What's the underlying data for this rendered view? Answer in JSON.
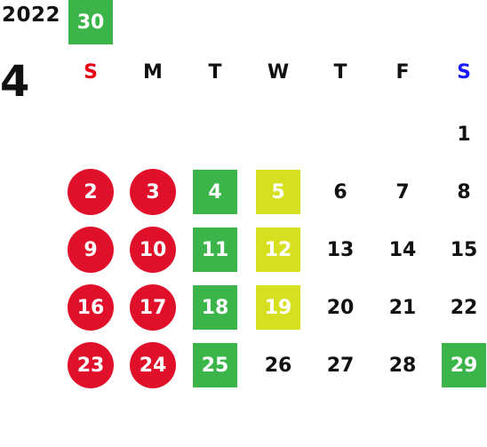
{
  "year": "2022",
  "month": "4",
  "weekdays": [
    {
      "label": "S",
      "color": "#e60012"
    },
    {
      "label": "M",
      "color": "#111111"
    },
    {
      "label": "T",
      "color": "#111111"
    },
    {
      "label": "W",
      "color": "#111111"
    },
    {
      "label": "T",
      "color": "#111111"
    },
    {
      "label": "F",
      "color": "#111111"
    },
    {
      "label": "S",
      "color": "#1a1aff"
    }
  ],
  "colors": {
    "red": "#e0102b",
    "green": "#3bb54a",
    "yellow": "#d7df21",
    "text": "#111111"
  },
  "first_weekday": 6,
  "days": [
    {
      "d": "1",
      "mark": "none"
    },
    {
      "d": "2",
      "mark": "red"
    },
    {
      "d": "3",
      "mark": "red"
    },
    {
      "d": "4",
      "mark": "green"
    },
    {
      "d": "5",
      "mark": "yellow"
    },
    {
      "d": "6",
      "mark": "none"
    },
    {
      "d": "7",
      "mark": "none"
    },
    {
      "d": "8",
      "mark": "none"
    },
    {
      "d": "9",
      "mark": "red"
    },
    {
      "d": "10",
      "mark": "red"
    },
    {
      "d": "11",
      "mark": "green"
    },
    {
      "d": "12",
      "mark": "yellow"
    },
    {
      "d": "13",
      "mark": "none"
    },
    {
      "d": "14",
      "mark": "none"
    },
    {
      "d": "15",
      "mark": "none"
    },
    {
      "d": "16",
      "mark": "red"
    },
    {
      "d": "17",
      "mark": "red"
    },
    {
      "d": "18",
      "mark": "green"
    },
    {
      "d": "19",
      "mark": "yellow"
    },
    {
      "d": "20",
      "mark": "none"
    },
    {
      "d": "21",
      "mark": "none"
    },
    {
      "d": "22",
      "mark": "none"
    },
    {
      "d": "23",
      "mark": "red"
    },
    {
      "d": "24",
      "mark": "red"
    },
    {
      "d": "25",
      "mark": "green"
    },
    {
      "d": "26",
      "mark": "none"
    },
    {
      "d": "27",
      "mark": "none"
    },
    {
      "d": "28",
      "mark": "none"
    },
    {
      "d": "29",
      "mark": "green"
    },
    {
      "d": "30",
      "mark": "green"
    }
  ]
}
